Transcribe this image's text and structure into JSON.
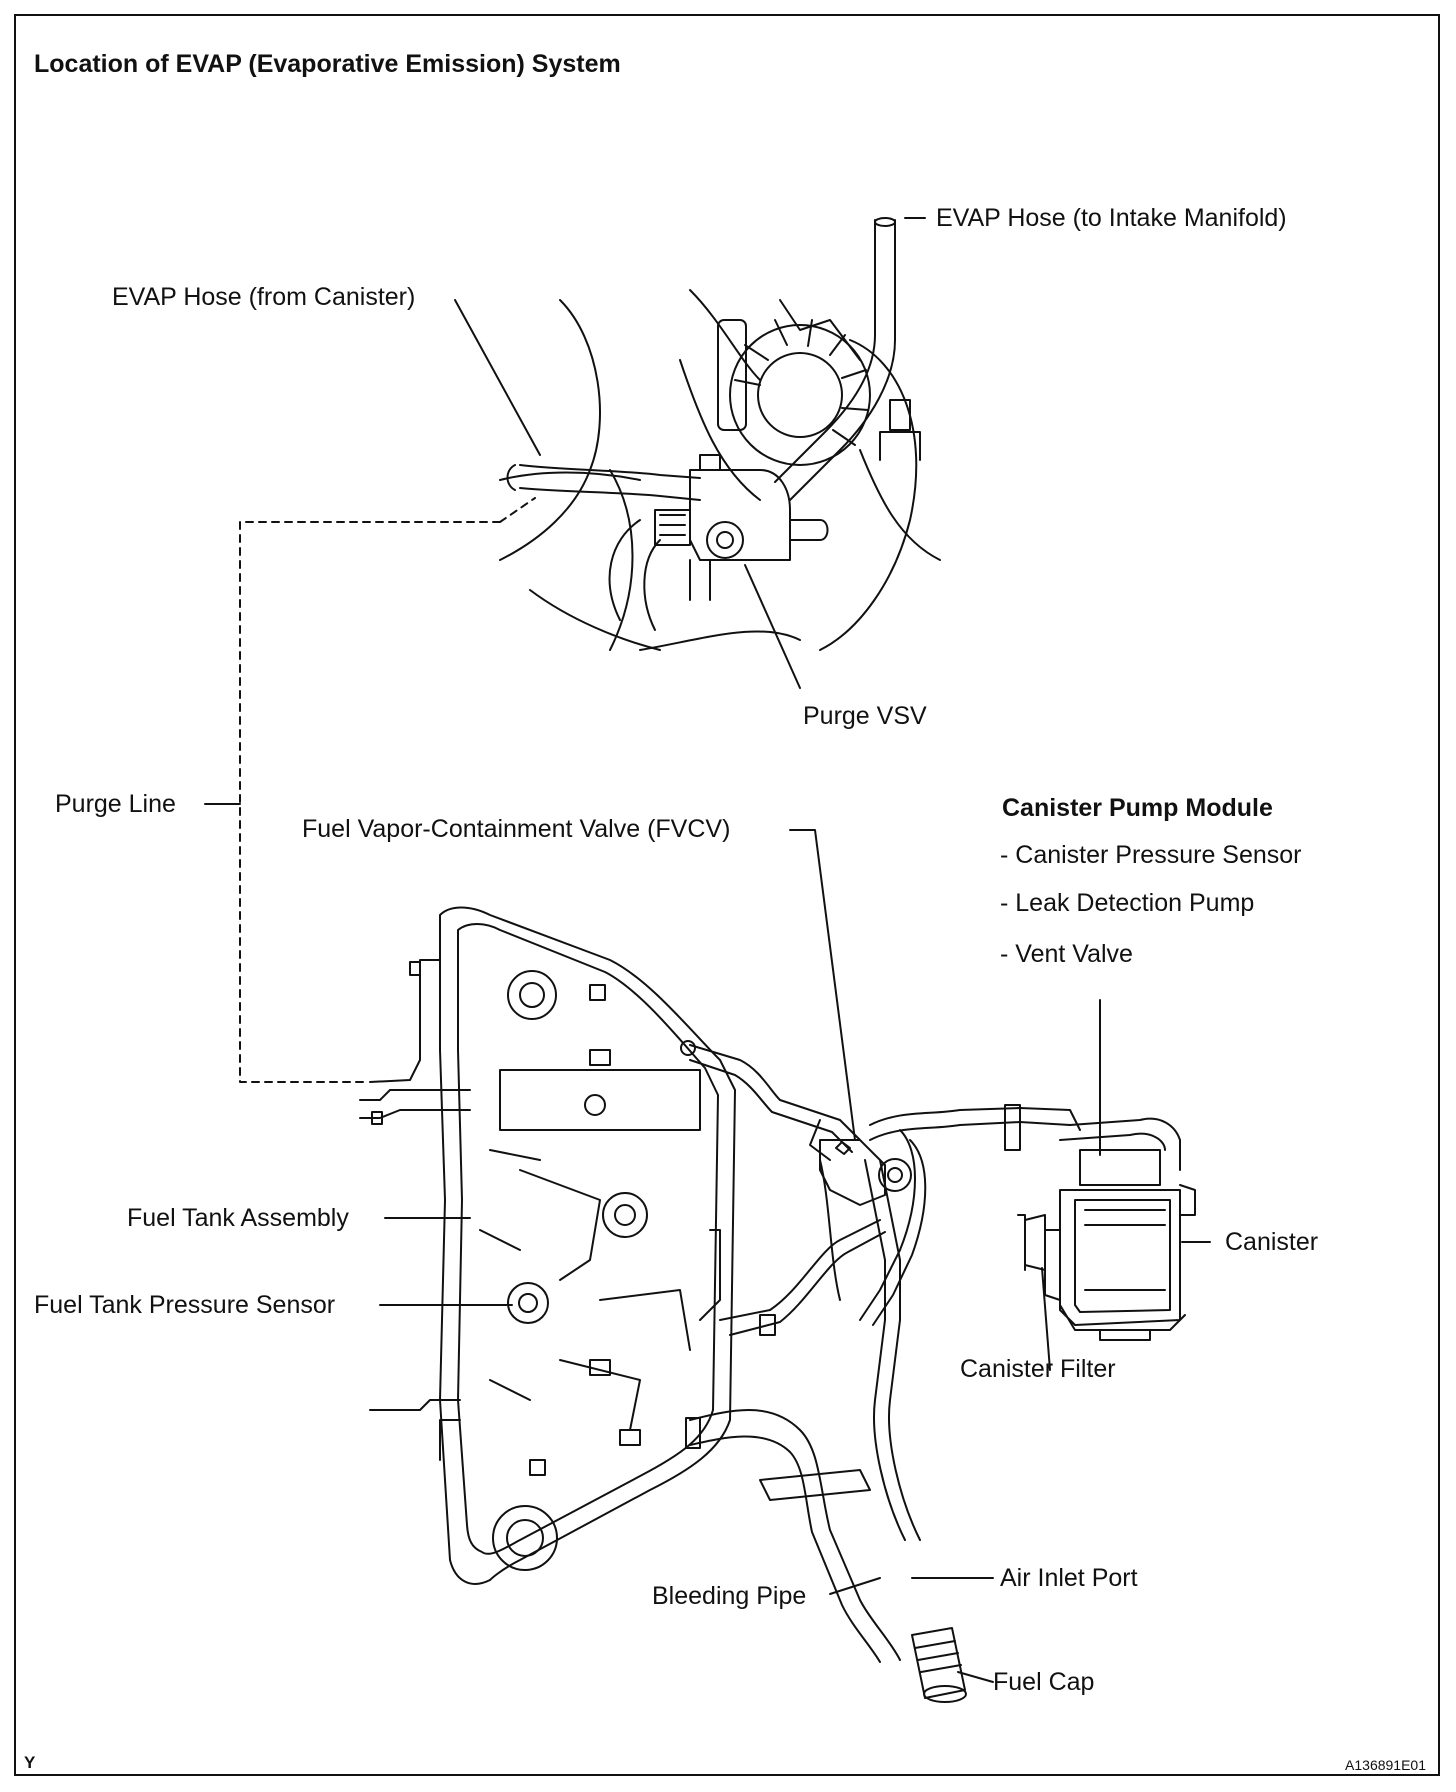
{
  "title": "Location of EVAP (Evaporative Emission) System",
  "labels": {
    "evap_hose_intake": "EVAP Hose (to Intake Manifold)",
    "evap_hose_canister": "EVAP Hose (from Canister)",
    "purge_vsv": "Purge VSV",
    "purge_line": "Purge Line",
    "fvcv": "Fuel Vapor-Containment Valve (FVCV)",
    "canister_pump_module": "Canister Pump Module",
    "canister_pressure_sensor": "- Canister Pressure Sensor",
    "leak_detection_pump": "- Leak Detection Pump",
    "vent_valve": "- Vent Valve",
    "fuel_tank_assembly": "Fuel Tank Assembly",
    "fuel_tank_pressure_sensor": "Fuel Tank Pressure Sensor",
    "canister": "Canister",
    "canister_filter": "Canister Filter",
    "air_inlet_port": "Air Inlet Port",
    "bleeding_pipe": "Bleeding Pipe",
    "fuel_cap": "Fuel Cap"
  },
  "corner_mark": "Y",
  "figure_code": "A136891E01"
}
